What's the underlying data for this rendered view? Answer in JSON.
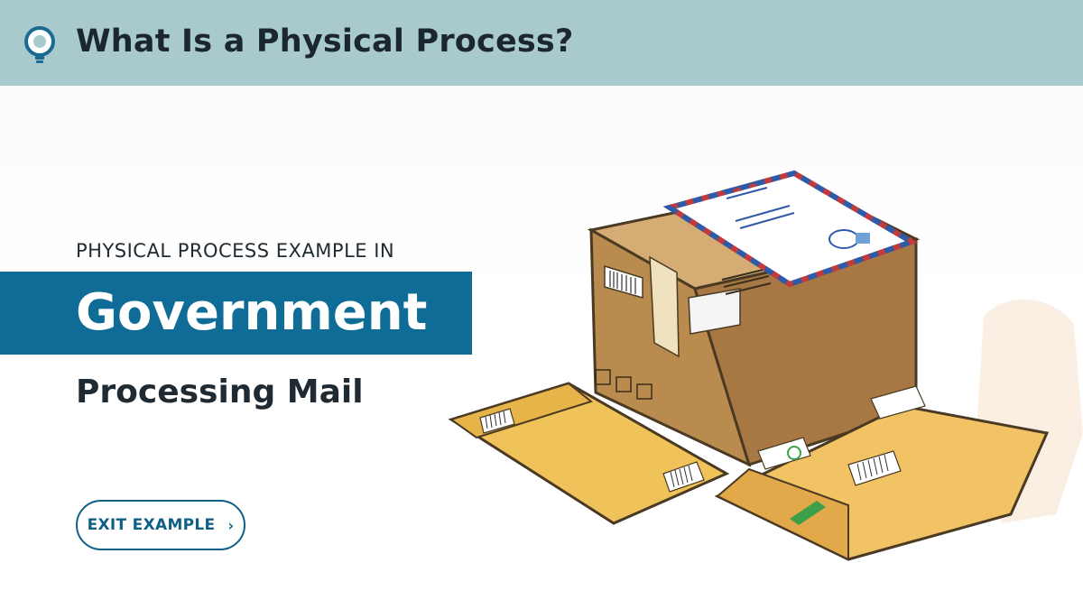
{
  "header": {
    "title": "What Is a Physical Process?",
    "accent": "#a8cacc",
    "logo_icon": "lightbulb-icon"
  },
  "content": {
    "kicker": "PHYSICAL PROCESS EXAMPLE IN",
    "band_title": "Government",
    "subtitle": "Processing Mail",
    "band_color": "#0f6c96"
  },
  "actions": {
    "exit_label": "EXIT EXAMPLE",
    "exit_icon": "chevron-right-icon"
  },
  "illustration": {
    "icon": "mail-packages-illustration"
  }
}
